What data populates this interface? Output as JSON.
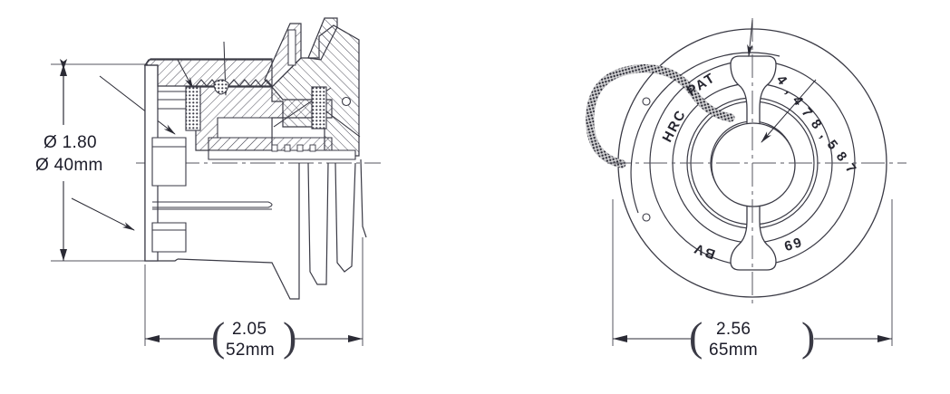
{
  "document": {
    "type": "engineering-drawing",
    "title": "Hub Assembly Cross-Section and Face View",
    "background_color": "#ffffff",
    "line_color": "#3a3a45",
    "text_color": "#1b1b28",
    "hatch_color": "#6e6e78"
  },
  "views": {
    "left": {
      "name": "section-view",
      "dimensions": {
        "diameter": {
          "label_imperial": "Ø 1.80",
          "label_metric": "Ø 40mm"
        },
        "width": {
          "paren_open": "(",
          "label_imperial": "2.05",
          "label_metric": "52mm",
          "paren_close": ")"
        }
      }
    },
    "right": {
      "name": "face-view",
      "dimensions": {
        "width": {
          "paren_open": "(",
          "label_imperial": "2.56",
          "label_metric": "65mm",
          "paren_close": ")"
        }
      },
      "engravings": [
        {
          "id": "hrc",
          "text": "HRC"
        },
        {
          "id": "pat",
          "text": "PAT"
        },
        {
          "id": "patent-number",
          "text": "4 , 4 7 8 , 5 8 7"
        },
        {
          "id": "lower-left-mark",
          "text": "BV"
        },
        {
          "id": "lower-right-mark",
          "text": "69"
        }
      ]
    }
  }
}
